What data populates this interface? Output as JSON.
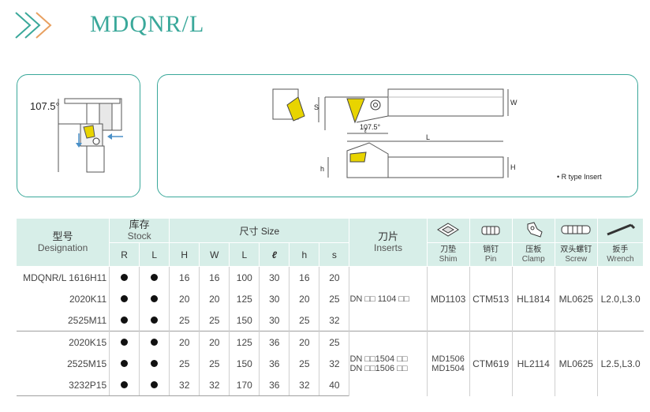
{
  "header": {
    "title": "MDQNR/L"
  },
  "diagram": {
    "angle": "107.5°",
    "dims": {
      "s": "S",
      "w": "W",
      "angle": "107.5°",
      "ell": "ℓ",
      "L": "L",
      "h": "h",
      "H": "H"
    },
    "rtype_note": "• R type Insert"
  },
  "table": {
    "headers": {
      "model_cn": "型号",
      "model_en": "Designation",
      "stock_cn": "库存",
      "stock_en": "Stock",
      "R": "R",
      "L": "L",
      "size_cn": "尺寸",
      "size_en": "Size",
      "cols": [
        "H",
        "W",
        "L",
        "ℓ",
        "h",
        "s"
      ],
      "inserts_cn": "刀片",
      "inserts_en": "Inserts",
      "shim_cn": "刀垫",
      "shim_en": "Shim",
      "pin_cn": "销钉",
      "pin_en": "Pin",
      "clamp_cn": "压板",
      "clamp_en": "Clamp",
      "screw_cn": "双头螺钉",
      "screw_en": "Screw",
      "wrench_cn": "扳手",
      "wrench_en": "Wrench"
    },
    "group1": {
      "rows": [
        [
          "MDQNR/L 1616H11",
          "16",
          "16",
          "100",
          "30",
          "16",
          "20"
        ],
        [
          "2020K11",
          "20",
          "20",
          "125",
          "30",
          "20",
          "25"
        ],
        [
          "2525M11",
          "25",
          "25",
          "150",
          "30",
          "25",
          "32"
        ]
      ],
      "inserts": "DN □□ 1104 □□",
      "shim": "MD1103",
      "pin": "CTM513",
      "clamp": "HL1814",
      "screw": "ML0625",
      "wrench": "L2.0,L3.0"
    },
    "group2": {
      "rows": [
        [
          "2020K15",
          "20",
          "20",
          "125",
          "36",
          "20",
          "25"
        ],
        [
          "2525M15",
          "25",
          "25",
          "150",
          "36",
          "25",
          "32"
        ],
        [
          "3232P15",
          "32",
          "32",
          "170",
          "36",
          "32",
          "40"
        ]
      ],
      "inserts1": "DN □□1504 □□",
      "inserts2": "DN □□1506 □□",
      "shim1": "MD1506",
      "shim2": "MD1504",
      "pin": "CTM619",
      "clamp": "HL2114",
      "screw": "ML0625",
      "wrench": "L2.5,L3.0"
    }
  },
  "colors": {
    "accent": "#3aa89a",
    "header_bg": "#d7eee8",
    "insert_yellow": "#e8d400"
  }
}
